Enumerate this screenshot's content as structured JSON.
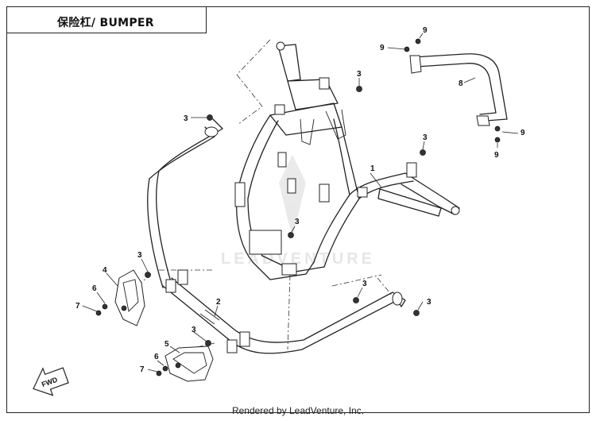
{
  "header": {
    "title": "保险杠/ BUMPER"
  },
  "footer": {
    "credit": "Rendered by LeadVenture, Inc."
  },
  "watermark": {
    "text": "LEADVENTURE"
  },
  "direction_arrow": {
    "label": "FWD"
  },
  "callouts": [
    "1",
    "2",
    "3",
    "3",
    "3",
    "3",
    "3",
    "3",
    "4",
    "5",
    "6",
    "6",
    "7",
    "7",
    "8",
    "9",
    "9",
    "9",
    "9"
  ]
}
